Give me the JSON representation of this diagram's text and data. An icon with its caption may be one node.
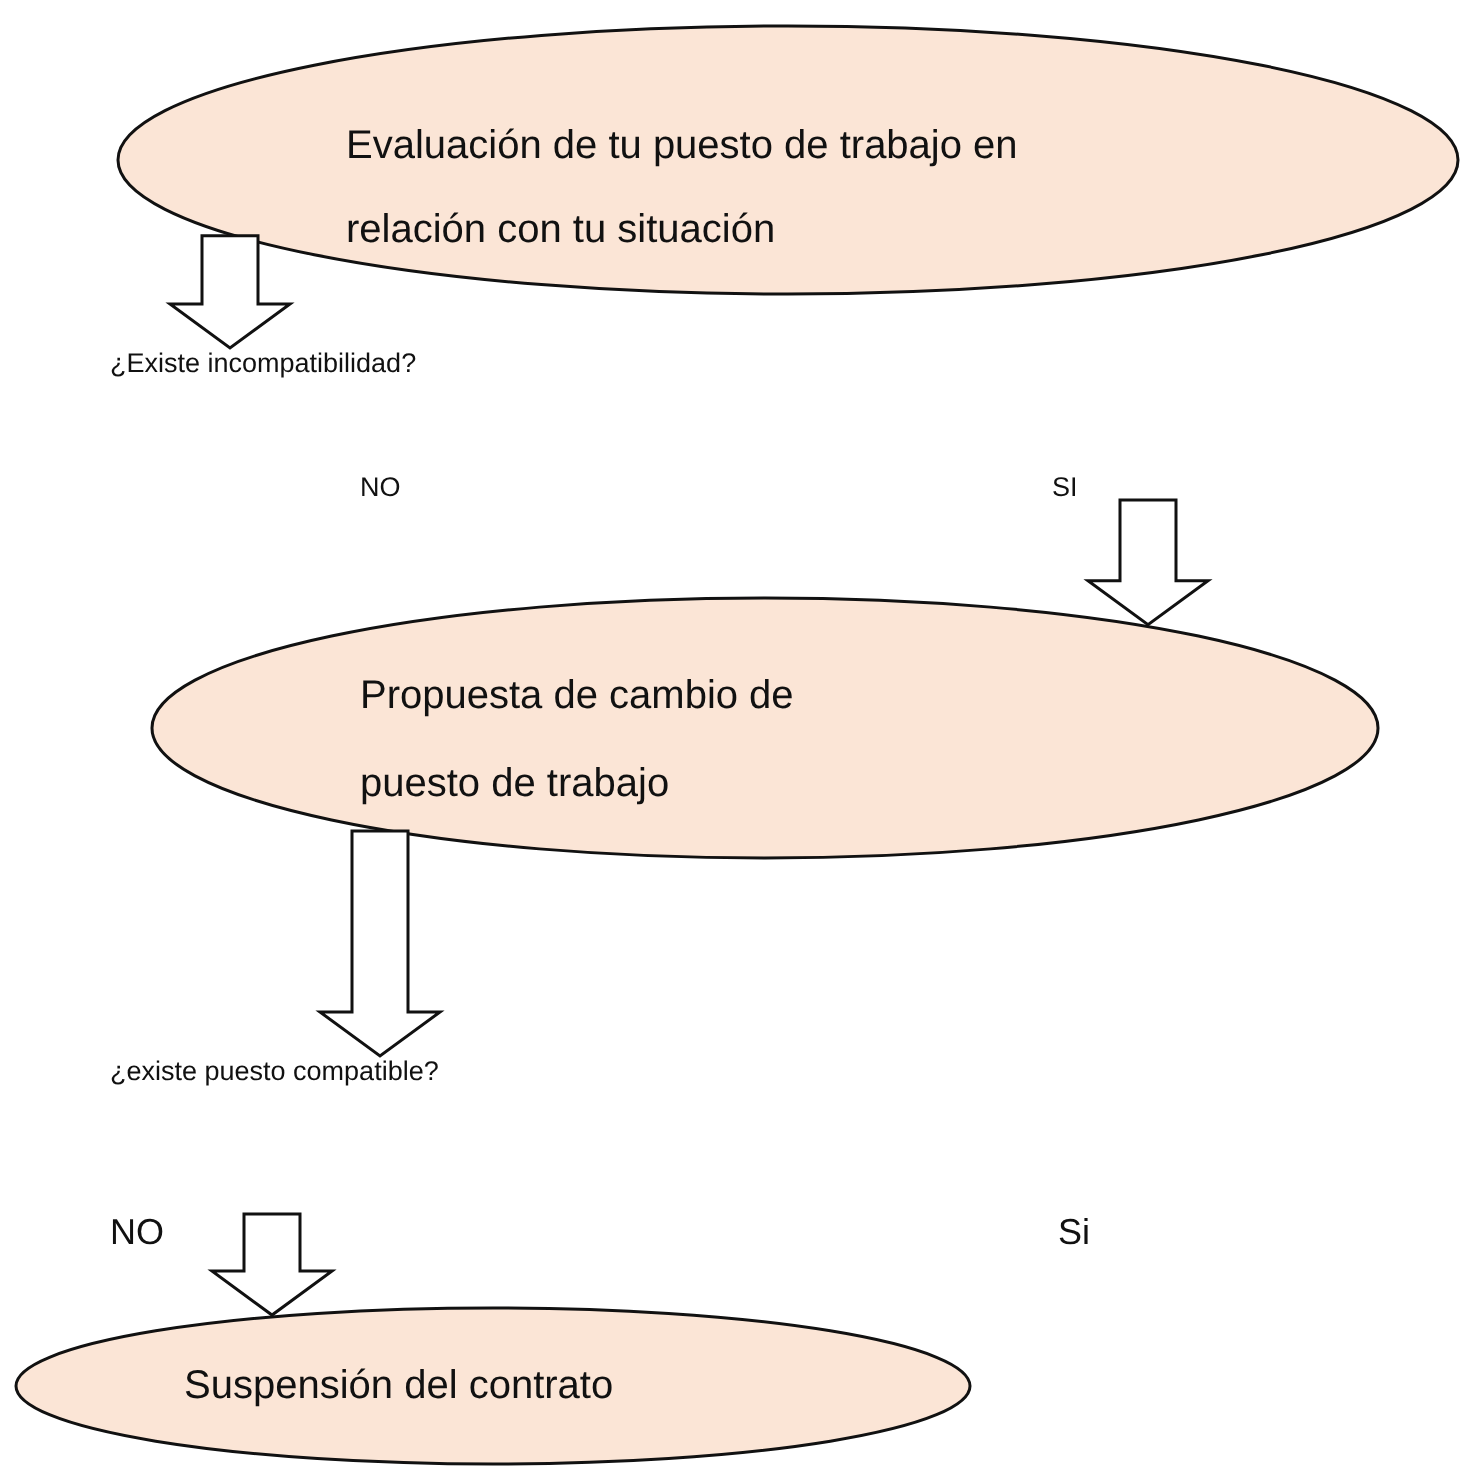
{
  "diagram": {
    "nodes": [
      {
        "text": [
          "Evaluación de tu puesto de trabajo en relación con tu situación"
        ]
      },
      {
        "text": [
          "¿Existe incompatibilidad?"
        ]
      },
      {
        "text": [
          "NO"
        ]
      },
      {
        "text": [
          "SI"
        ]
      },
      {
        "text": [
          "Propuesta de cambio de puesto de trabajo"
        ]
      },
      {
        "text": [
          "¿existe puesto compatible?"
        ]
      },
      {
        "text": [
          "NO"
        ]
      },
      {
        "text": [
          "Si"
        ]
      },
      {
        "text": [
          "Suspensión del contrato"
        ]
      }
    ],
    "edges": [
      {
        "from": 0,
        "to": 1,
        "arrow": "to"
      },
      {
        "from": 3,
        "to": 4,
        "arrow": "to"
      },
      {
        "from": 4,
        "to": 5,
        "arrow": "to"
      },
      {
        "from": 6,
        "to": 8,
        "arrow": "to"
      }
    ]
  }
}
